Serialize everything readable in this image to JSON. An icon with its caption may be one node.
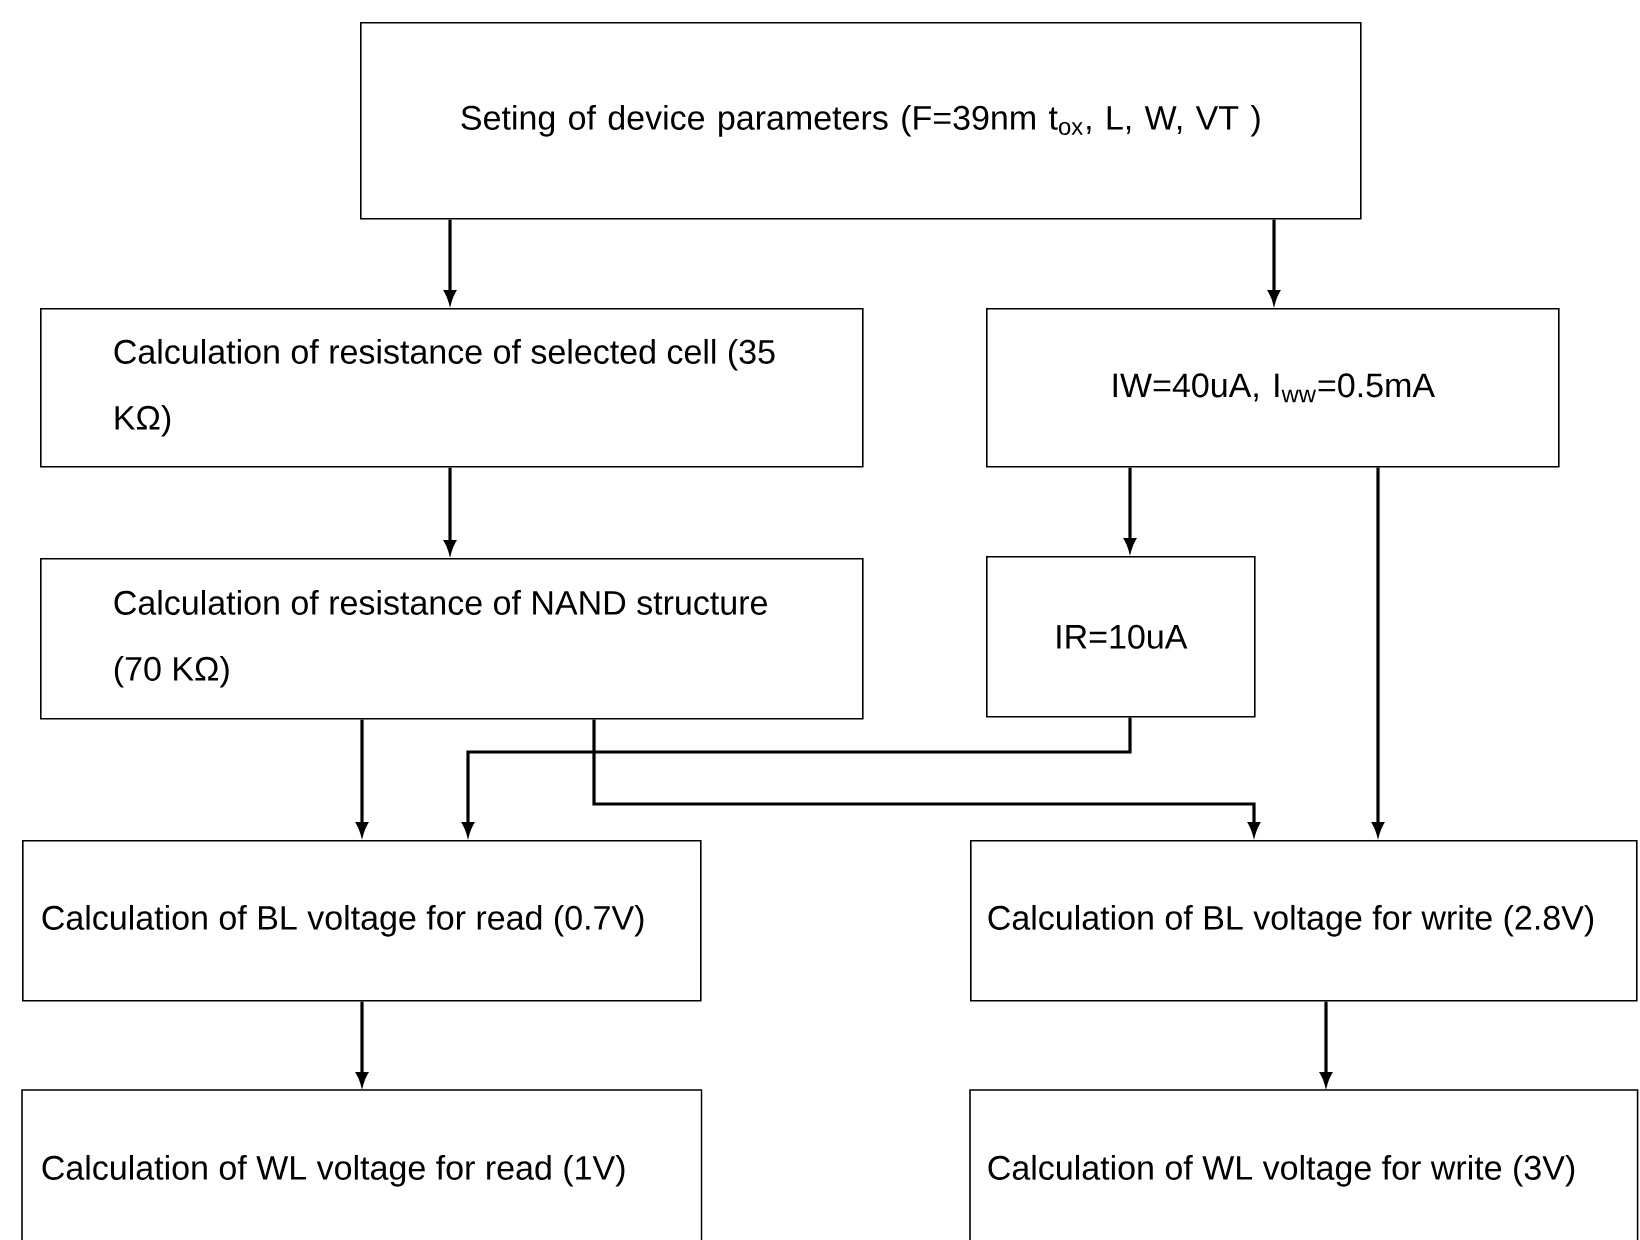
{
  "diagram": {
    "nodes": [
      {
        "text": [
          "Seting of device parameters (F=39nm t$_{ox}$, L, W, VT )"
        ]
      },
      {
        "text": [
          "Calculation of resistance of selected cell (35 KΩ)"
        ]
      },
      {
        "text": [
          "IW=40uA, I$_{ww}$=0.5mA"
        ]
      },
      {
        "text": [
          "Calculation of resistance of NAND structure (70 KΩ)"
        ]
      },
      {
        "text": [
          "IR=10uA"
        ]
      },
      {
        "text": [
          "Calculation of BL voltage for read (0.7V)"
        ]
      },
      {
        "text": [
          "Calculation of BL voltage for write (2.8V)"
        ]
      },
      {
        "text": [
          "Calculation of WL voltage for read (1V)"
        ]
      },
      {
        "text": [
          "Calculation of WL voltage for write (3V)"
        ]
      }
    ],
    "edges": [
      {
        "from": 0,
        "to": 1,
        "arrow": "to"
      },
      {
        "from": 0,
        "to": 2,
        "arrow": "to"
      },
      {
        "from": 1,
        "to": 3,
        "arrow": "to"
      },
      {
        "from": 2,
        "to": 4,
        "arrow": "to"
      },
      {
        "from": 3,
        "to": 5,
        "arrow": "to"
      },
      {
        "from": 4,
        "to": 5,
        "arrow": "to"
      },
      {
        "from": 3,
        "to": 6,
        "arrow": "to"
      },
      {
        "from": 2,
        "to": 6,
        "arrow": "to"
      },
      {
        "from": 5,
        "to": 7,
        "arrow": "to"
      },
      {
        "from": 6,
        "to": 8,
        "arrow": "to"
      }
    ]
  }
}
